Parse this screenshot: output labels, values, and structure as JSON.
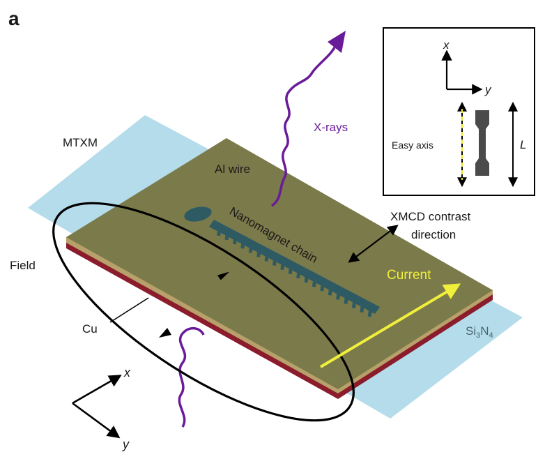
{
  "panel_letter": "a",
  "labels": {
    "mtxm": "MTXM",
    "xrays": "X-rays",
    "al_wire": "Al wire",
    "nanomagnet_chain": "Nanomagnet chain",
    "xmcd_line1": "XMCD contrast",
    "xmcd_line2": "direction",
    "field": "Field",
    "current": "Current",
    "cu": "Cu",
    "si3n4_si": "Si",
    "si3n4_sub3": "3",
    "si3n4_n": "N",
    "si3n4_sub4": "4",
    "axis_x": "x",
    "axis_y": "y"
  },
  "inset": {
    "axis_x": "x",
    "axis_y": "y",
    "easy_axis": "Easy axis",
    "length": "L"
  },
  "colors": {
    "substrate": "#b4dcea",
    "wire_top": "#7b7a4a",
    "wire_edge_cu": "#b8a06a",
    "wire_edge_red": "#8a1c2c",
    "nanomagnet": "#2e5a64",
    "xray": "#6a1b9a",
    "current": "#f0f03c",
    "inset_magnet": "#4a4a4a",
    "easy_axis_dash": "#e8e43c"
  }
}
